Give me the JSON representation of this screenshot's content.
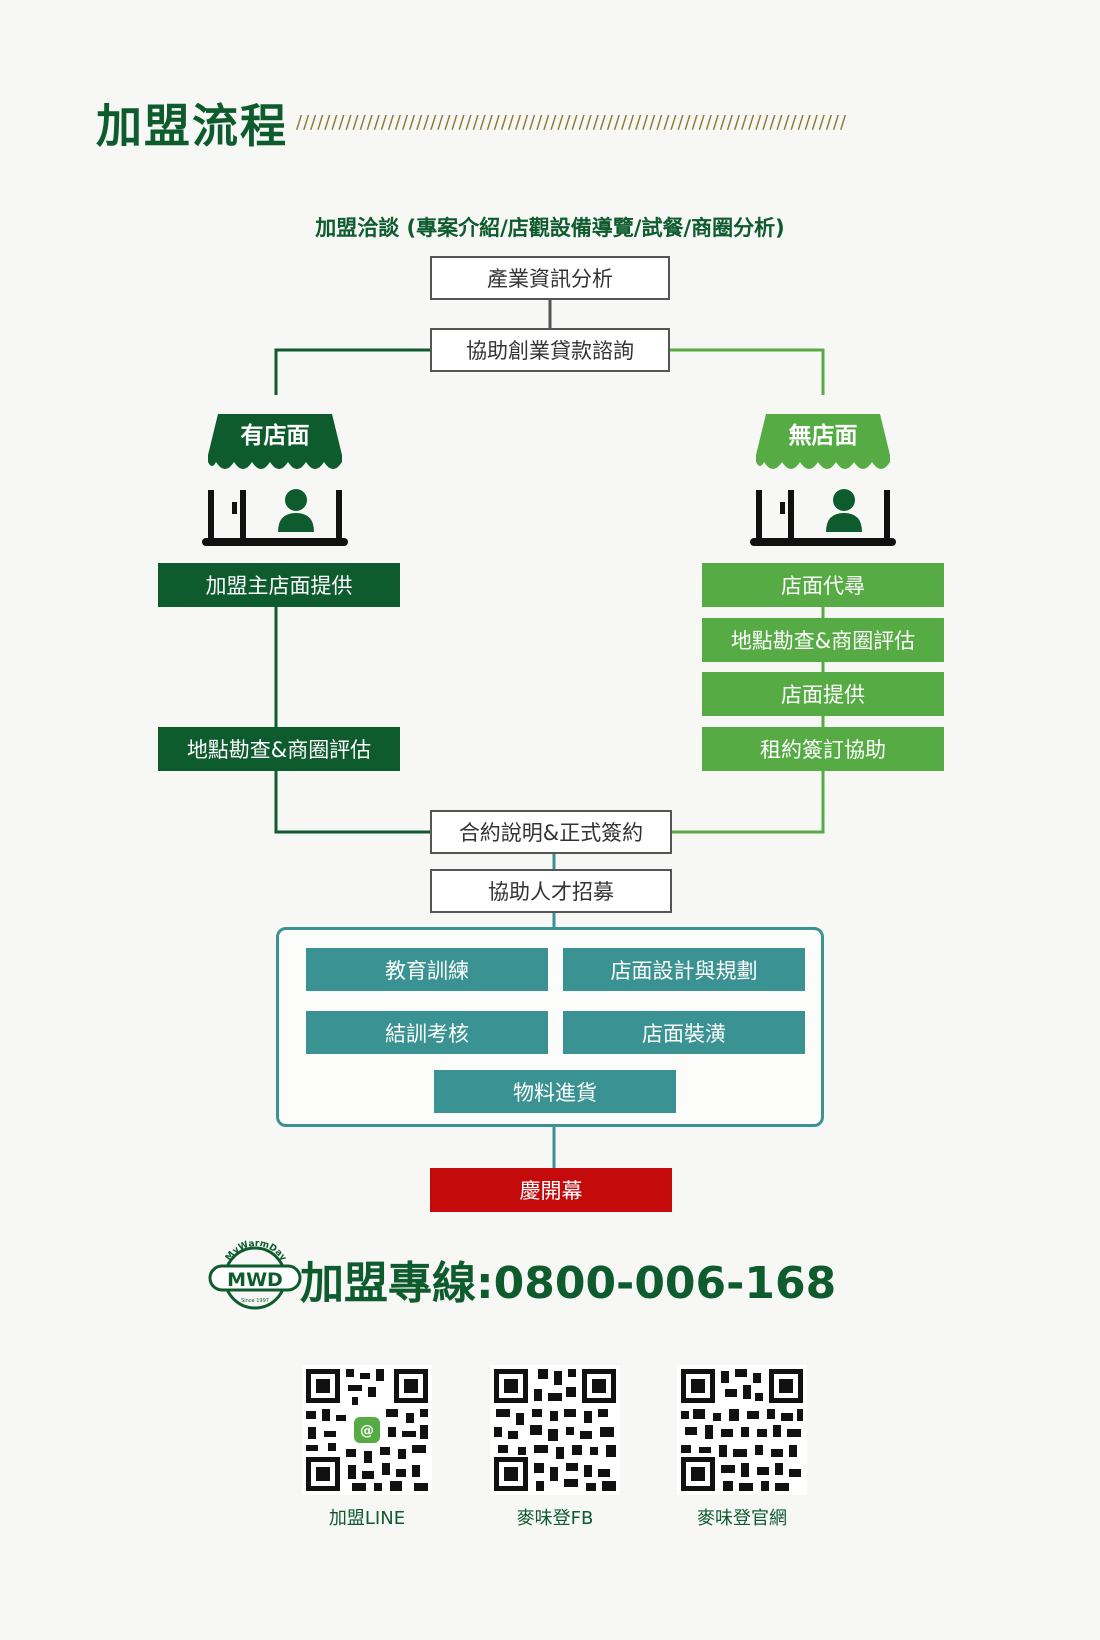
{
  "header": {
    "title": "加盟流程",
    "decoration": "//////////////////////////////////////////////////////////////////////////////"
  },
  "flow": {
    "subtitle": "加盟洽談 (專案介紹/店觀設備導覽/試餐/商圈分析)",
    "step_industry": "產業資訊分析",
    "step_loan": "協助創業貸款諮詢",
    "left_branch": {
      "sign": "有店面",
      "steps": [
        "加盟主店面提供",
        "地點勘查&商圈評估"
      ]
    },
    "right_branch": {
      "sign": "無店面",
      "steps": [
        "店面代尋",
        "地點勘查&商圈評估",
        "店面提供",
        "租約簽訂協助"
      ]
    },
    "step_contract": "合約說明&正式簽約",
    "step_recruit": "協助人才招募",
    "training_group": [
      "教育訓練",
      "店面設計與規劃",
      "結訓考核",
      "店面裝潢",
      "物料進貨"
    ],
    "grand_opening": "慶開幕"
  },
  "footer": {
    "logo": {
      "brand": "MWD",
      "arc_text": "MyWarmDay",
      "since": "Since 1997"
    },
    "hotline": "加盟專線:0800-006-168",
    "qr_codes": [
      {
        "label": "加盟LINE",
        "icon": "line-icon"
      },
      {
        "label": "麥味登FB",
        "icon": "qr-icon"
      },
      {
        "label": "麥味登官網",
        "icon": "qr-icon"
      }
    ]
  },
  "colors": {
    "dark_green": "#0e5b2e",
    "light_green": "#56ab45",
    "teal": "#3a9292",
    "red": "#c40a0a",
    "gold": "#8b7a32"
  }
}
